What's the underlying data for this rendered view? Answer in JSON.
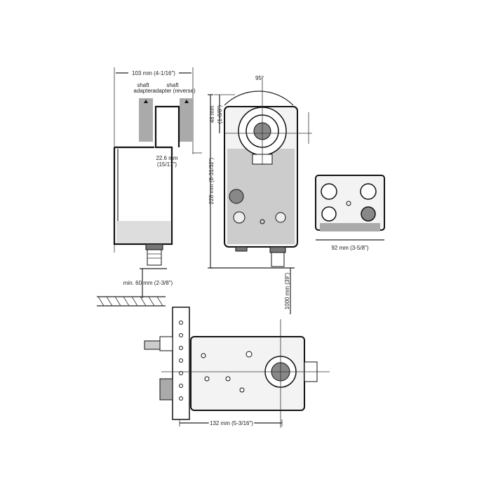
{
  "dimensions": {
    "width_total": "103 mm (4-1/16\")",
    "shaft_adapter": "shaft adapter",
    "shaft_adapter_reverse_1": "shaft",
    "shaft_adapter_reverse_2": "adapter (reverse)",
    "shaft_adapter_1": "shaft",
    "shaft_adapter_2": "adapter",
    "rotation_angle": "95°",
    "shaft_offset_1": "48 mm",
    "shaft_offset_2": "(1-8/8\")",
    "adapter_depth_1": "22.6 mm",
    "adapter_depth_2": "(15/17\")",
    "height": "228 mm (8-31/32\")",
    "depth": "92 mm (3-5/8\")",
    "min_clearance": "min. 60 mm (2-3/8\")",
    "cable_length": "1000 mm (39\")",
    "length": "132 mm (5-3/16\")"
  }
}
